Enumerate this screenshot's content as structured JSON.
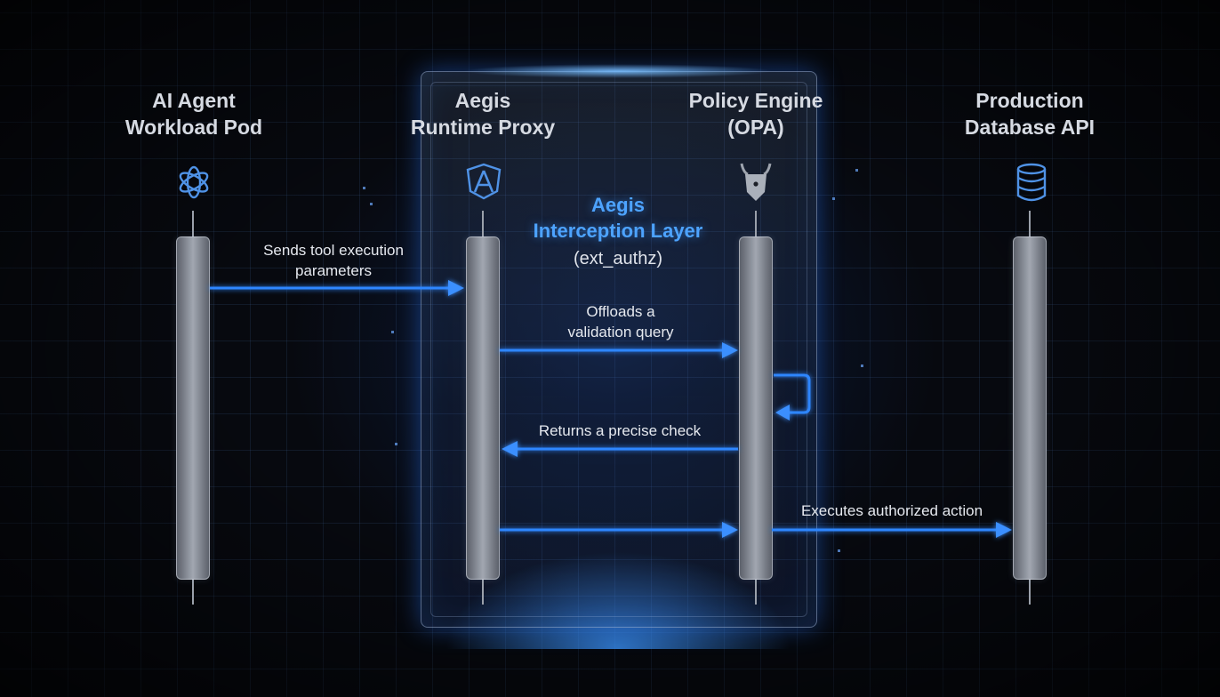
{
  "participants": [
    {
      "line1": "AI Agent",
      "line2": "Workload Pod",
      "icon": "openai-logo-icon"
    },
    {
      "line1": "Aegis",
      "line2": "Runtime Proxy",
      "icon": "angular-shield-icon"
    },
    {
      "line1": "Policy Engine",
      "line2": "(OPA)",
      "icon": "opa-viking-icon"
    },
    {
      "line1": "Production",
      "line2": "Database API",
      "icon": "database-icon"
    }
  ],
  "layer": {
    "line1": "Aegis",
    "line2": "Interception Layer",
    "subtitle": "(ext_authz)"
  },
  "messages": [
    {
      "line1": "Sends tool execution",
      "line2": "parameters"
    },
    {
      "line1": "Offloads a",
      "line2": "validation query"
    },
    {
      "line1": "Returns a precise check"
    },
    {
      "line1": "Executes authorized action"
    }
  ],
  "colors": {
    "accent": "#2f86ff",
    "heading": "#d6dae2",
    "layer_title": "#4da3ff"
  }
}
